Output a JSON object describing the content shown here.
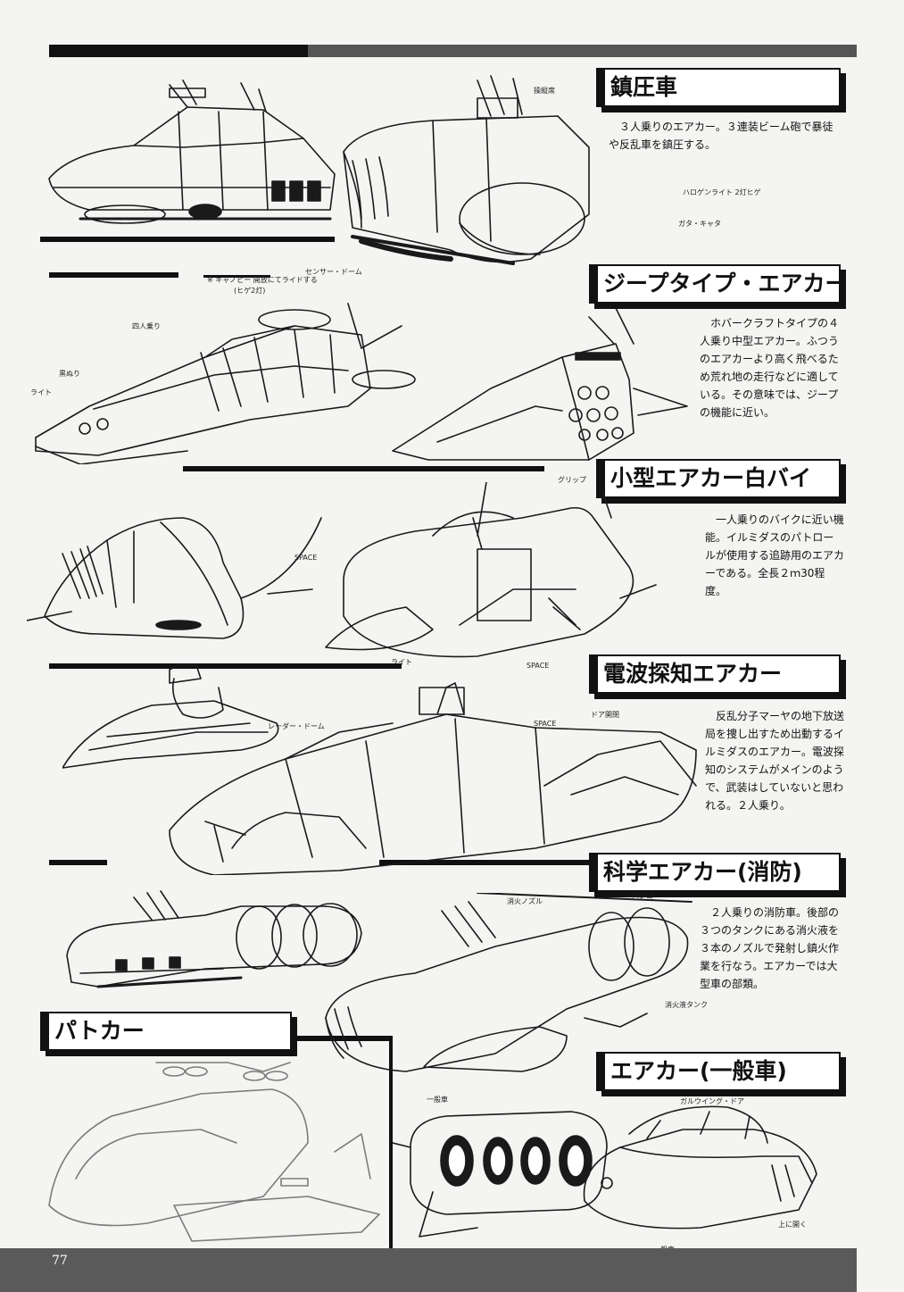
{
  "sections": [
    {
      "heading": "鎮圧車",
      "description": "３人乗りのエアカー。３連装ビーム砲で暴徒や反乱車を鎮圧する。"
    },
    {
      "heading": "ジープタイプ・エアカー",
      "description": "ホバークラフトタイプの４人乗り中型エアカー。ふつうのエアカーより高く飛べるため荒れ地の走行などに適している。その意味では、ジープの機能に近い。"
    },
    {
      "heading": "小型エアカー白バイ",
      "description": "一人乗りのバイクに近い機能。イルミダスのパトロールが使用する追跡用のエアカーである。全長２ｍ30程度。"
    },
    {
      "heading": "電波探知エアカー",
      "description": "反乱分子マーヤの地下放送局を捜し出すため出動するイルミダスのエアカー。電波探知のシステムがメインのようで、武装はしていないと思われる。２人乗り。"
    },
    {
      "heading": "科学エアカー(消防)",
      "description": "２人乗りの消防車。後部の３つのタンクにある消火液を３本のノズルで発射し鎮火作業を行なう。エアカーでは大型車の部類。"
    },
    {
      "heading": "パトカー"
    },
    {
      "heading": "エアカー(一般車)"
    }
  ],
  "notes": {
    "n1": "操縦席",
    "n2": "ハロゲンライト 2灯ヒゲ",
    "n3": "ガタ・キャタ",
    "n4": "※ キャノピー 開放にてライドする",
    "n5": "センサー・ドーム",
    "n6": "(ヒゲ2灯)",
    "n7": "四人乗り",
    "n8": "黒ぬり",
    "n9": "ライト",
    "n10": "グリップ",
    "n11": "SPACE",
    "n12": "ライト",
    "n13": "SPACE",
    "n14": "レーダー・ドーム",
    "n15": "SPACE",
    "n16": "ドア開閉",
    "n17": "ハシゴ",
    "n18": "消火ノズル",
    "n19": "消火液タンク",
    "n20": "一般車",
    "n21": "ガルウイング・ドア",
    "n22": "上に開く",
    "n23": "一般車"
  },
  "page_number": "77"
}
